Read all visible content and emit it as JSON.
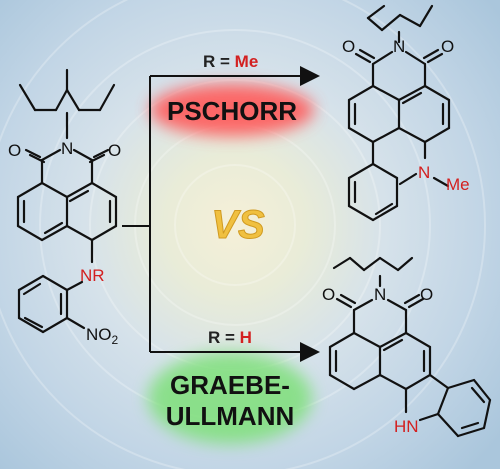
{
  "colors": {
    "accent_red": "#d32020",
    "glow_red": "#ff5a5a",
    "glow_green": "#7fe07a",
    "vs_gold": "#f0c040"
  },
  "top_condition": {
    "prefix": "R = ",
    "value": "Me"
  },
  "bottom_condition": {
    "prefix": "R = ",
    "value": "H"
  },
  "reaction_top": "PSCHORR",
  "reaction_bottom_line1": "GRAEBE-",
  "reaction_bottom_line2": "ULLMANN",
  "versus": "VS",
  "atoms": {
    "oxygen": "O",
    "nitrogen": "N",
    "nr": "NR",
    "no2_main": "NO",
    "no2_sub": "2",
    "me": "Me",
    "hn": "HN"
  }
}
